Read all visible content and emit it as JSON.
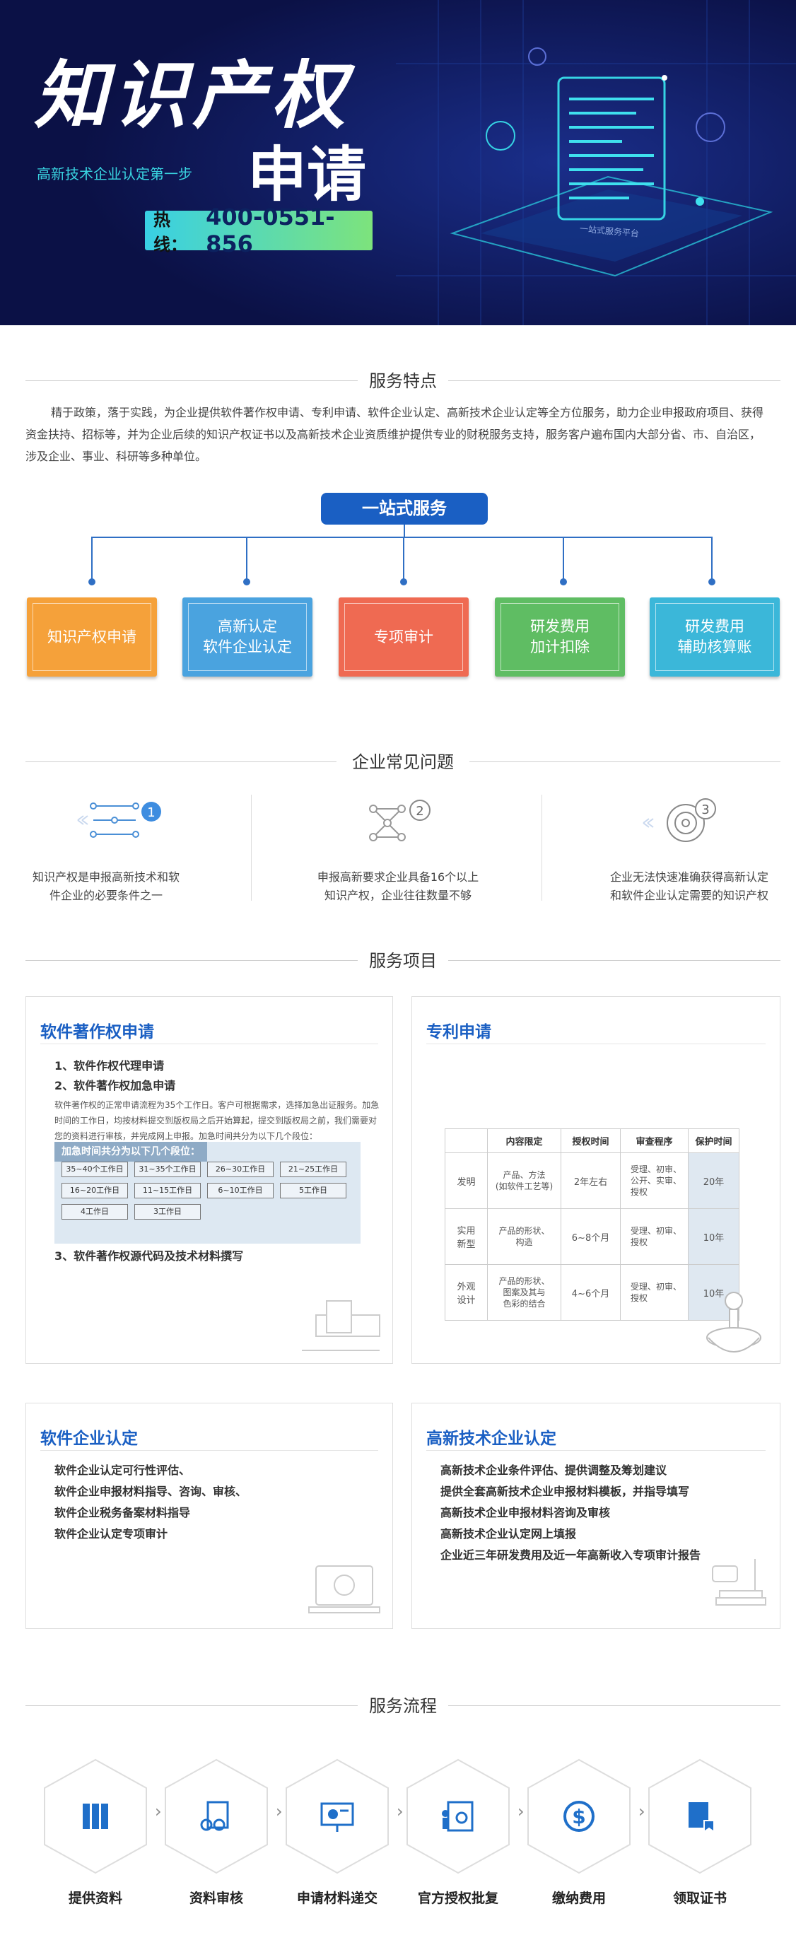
{
  "banner": {
    "title_line1": "知识产权",
    "title_line2": "申请",
    "subtitle": "高新技术企业认定第一步",
    "hotline_label": "热线：",
    "hotline_number": "400-0551-856",
    "platform_label": "一站式服务平台"
  },
  "features": {
    "section_title": "服务特点",
    "intro": "精于政策，落于实践，为企业提供软件著作权申请、专利申请、软件企业认定、高新技术企业认定等全方位服务，助力企业申报政府项目、获得资金扶持、招标等，并为企业后续的知识产权证书以及高新技术企业资质维护提供专业的财税服务支持，服务客户遍布国内大部分省、市、自治区，涉及企业、事业、科研等多种单位。",
    "onestop_label": "一站式服务",
    "services": [
      {
        "label": "知识产权申请",
        "color": "#f5a13a"
      },
      {
        "label": "高新认定\n软件企业认定",
        "color": "#4aa3df"
      },
      {
        "label": "专项审计",
        "color": "#ef6a52"
      },
      {
        "label": "研发费用\n加计扣除",
        "color": "#5fbd63"
      },
      {
        "label": "研发费用\n辅助核算账",
        "color": "#3bb7d9"
      }
    ]
  },
  "faq": {
    "section_title": "企业常见问题",
    "items": [
      {
        "number": "1",
        "icon": "network-icon",
        "text": "知识产权是申报高新技术和软\n件企业的必要条件之一"
      },
      {
        "number": "2",
        "icon": "nodes-icon",
        "text": "申报高新要求企业具备16个以上\n知识产权，企业往往数量不够"
      },
      {
        "number": "3",
        "icon": "target-icon",
        "text": "企业无法快速准确获得高新认定\n和软件企业认定需要的知识产权"
      }
    ]
  },
  "projects": {
    "section_title": "服务项目",
    "software_copyright": {
      "title": "软件著作权申请",
      "item1": "1、软件作权代理申请",
      "item2": "2、软件著作权加急申请",
      "desc": "软件著作权的正常申请流程为35个工作日。客户可根据需求，选择加急出证服务。加急时间的工作日，均按材料提交到版权局之后开始算起，提交到版权局之前，我们需要对您的资料进行审核，并完成网上申报。加急时间共分为以下几个段位：",
      "tier_header": "加急时间共分为以下几个段位：",
      "tiers": [
        "35~40个工作日",
        "31~35个工作日",
        "26~30工作日",
        "21~25工作日",
        "16~20工作日",
        "11~15工作日",
        "6~10工作日",
        "5工作日",
        "4工作日",
        "3工作日"
      ],
      "item3": "3、软件著作权源代码及技术材料撰写"
    },
    "patent": {
      "title": "专利申请",
      "headers": [
        "",
        "内容限定",
        "授权时间",
        "审查程序",
        "保护时间"
      ],
      "rows": [
        {
          "type": "发明",
          "content": "产品、方法\n(如软件工艺等)",
          "time": "2年左右",
          "process": "受理、初审、\n公开、实审、\n授权",
          "protect": "20年"
        },
        {
          "type": "实用\n新型",
          "content": "产品的形状、\n构造",
          "time": "6~8个月",
          "process": "受理、初审、\n授权",
          "protect": "10年"
        },
        {
          "type": "外观\n设计",
          "content": "产品的形状、\n图案及其与\n色彩的结合",
          "time": "4~6个月",
          "process": "受理、初审、\n授权",
          "protect": "10年"
        }
      ]
    },
    "software_enterprise": {
      "title": "软件企业认定",
      "items": [
        "软件企业认定可行性评估、",
        "软件企业申报材料指导、咨询、审核、",
        "软件企业税务备案材料指导",
        "软件企业认定专项审计"
      ]
    },
    "high_tech": {
      "title": "高新技术企业认定",
      "items": [
        "高新技术企业条件评估、提供调整及筹划建议",
        "提供全套高新技术企业申报材料模板，并指导填写",
        "高新技术企业申报材料咨询及审核",
        "高新技术企业认定网上填报",
        "企业近三年研发费用及近一年高新收入专项审计报告"
      ]
    }
  },
  "process": {
    "section_title": "服务流程",
    "steps": [
      {
        "label": "提供资料",
        "icon": "binders-icon"
      },
      {
        "label": "资料审核",
        "icon": "clipboard-glasses-icon"
      },
      {
        "label": "申请材料递交",
        "icon": "presentation-icon"
      },
      {
        "label": "官方授权批复",
        "icon": "approval-board-icon"
      },
      {
        "label": "缴纳费用",
        "icon": "payment-icon"
      },
      {
        "label": "领取证书",
        "icon": "certificate-icon"
      }
    ]
  }
}
